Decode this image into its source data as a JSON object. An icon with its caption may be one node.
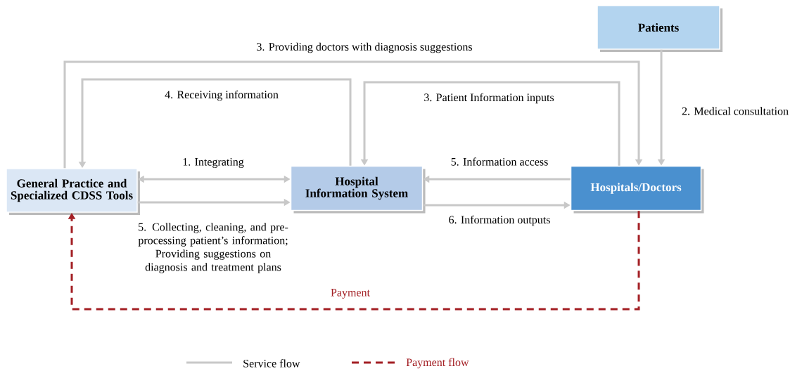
{
  "diagram": {
    "nodes": [
      {
        "text": [
          "Patients"
        ]
      },
      {
        "text": [
          "General Practice and Specialized CDSS Tools"
        ]
      },
      {
        "text": [
          "Hospital Information System"
        ]
      },
      {
        "text": [
          "Hospitals/Doctors"
        ]
      }
    ],
    "edges": [
      {
        "from": 1,
        "to": 3,
        "arrow": "to",
        "label": "3. Providing doctors with diagnosis suggestions"
      },
      {
        "from": 2,
        "to": 1,
        "arrow": "to",
        "label": "4. Receiving information"
      },
      {
        "from": 3,
        "to": 2,
        "arrow": "to",
        "label": "3. Patient Information inputs"
      },
      {
        "from": 0,
        "to": 3,
        "arrow": "to",
        "label": "2. Medical consultation"
      },
      {
        "from": 1,
        "to": 2,
        "arrow": "both",
        "label": "1. Integrating"
      },
      {
        "from": 1,
        "to": 2,
        "arrow": "to",
        "label": "5. Collecting, cleaning, and pre-processing patient’s information; Providing suggestions on diagnosis and treatment plans"
      },
      {
        "from": 3,
        "to": 2,
        "arrow": "to",
        "label": "5. Information access"
      },
      {
        "from": 2,
        "to": 3,
        "arrow": "to",
        "label": "6. Information outputs"
      },
      {
        "from": 3,
        "to": 1,
        "arrow": "to",
        "label": "Payment",
        "style": "dashed",
        "color": "#a31f24"
      }
    ],
    "legend": [
      {
        "text": "Service flow"
      },
      {
        "text": "Payment flow"
      }
    ]
  }
}
